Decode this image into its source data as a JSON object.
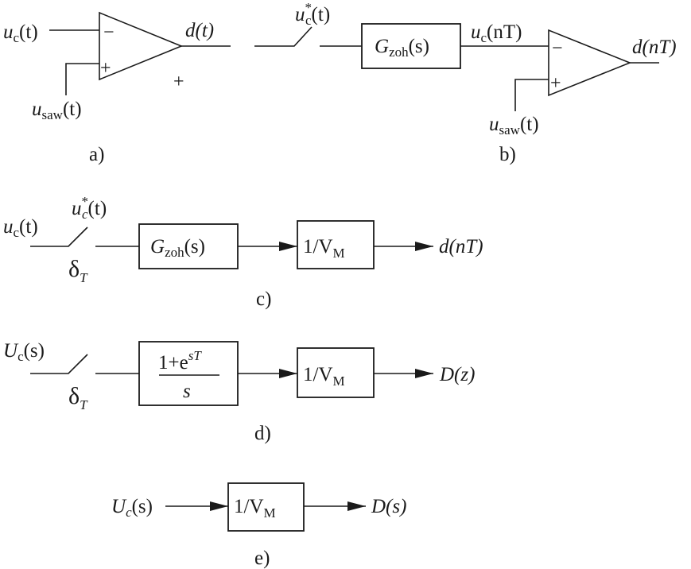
{
  "panels": {
    "a": {
      "caption": "a)",
      "input_signal": "u_c(t)",
      "input_main": "u",
      "input_sub": "c",
      "input_arg": "(t)",
      "ramp_signal": "u_saw(t)",
      "ramp_main": "u",
      "ramp_sub": "saw",
      "ramp_arg": "(t)",
      "output_signal": "d(t)",
      "minus": "−",
      "plus": "+",
      "stray_plus": "+"
    },
    "b": {
      "caption": "b)",
      "sampled_signal": "u_c*(t)",
      "sampled_main": "u",
      "sampled_sup": "*",
      "sampled_sub": "c",
      "sampled_arg": "(t)",
      "zoh_block": "G_zoh(s)",
      "zoh_main": "G",
      "zoh_sub": "zoh",
      "zoh_arg": "(s)",
      "mid_signal": "u_c(nT)",
      "mid_main": "u",
      "mid_sub": "c",
      "mid_arg": "(nT)",
      "ramp_signal": "u_saw(t)",
      "ramp_main": "u",
      "ramp_sub": "saw",
      "ramp_arg": "(t)",
      "output_signal": "d(nT)",
      "minus": "−",
      "plus": "+"
    },
    "c": {
      "caption": "c)",
      "input_signal": "u_c(t)",
      "input_main": "u",
      "input_sub": "c",
      "input_arg": "(t)",
      "sampled_signal": "u_c*(t)",
      "sampled_main": "u",
      "sampled_sup": "*",
      "sampled_sub": "c",
      "sampled_arg": "(t)",
      "sampler": "δ_T",
      "sampler_main": "δ",
      "sampler_sub": "T",
      "zoh_block": "G_zoh(s)",
      "zoh_main": "G",
      "zoh_sub": "zoh",
      "zoh_arg": "(s)",
      "gain_block": "1/V_M",
      "gain_main": "1/V",
      "gain_sub": "M",
      "output_signal": "d(nT)"
    },
    "d": {
      "caption": "d)",
      "input_signal": "U_c(s)",
      "input_main": "U",
      "input_sub": "c",
      "input_arg": "(s)",
      "sampler": "δ_T",
      "sampler_main": "δ",
      "sampler_sub": "T",
      "tf_block": "(1+e^sT)/s",
      "tf_num_main": "1+e",
      "tf_num_sup": "sT",
      "tf_den": "s",
      "gain_block": "1/V_M",
      "gain_main": "1/V",
      "gain_sub": "M",
      "output_signal": "D(z)"
    },
    "e": {
      "caption": "e)",
      "input_signal": "U_c(s)",
      "input_main": "U",
      "input_sub": "c",
      "input_arg": "(s)",
      "gain_block": "1/V_M",
      "gain_main": "1/V",
      "gain_sub": "M",
      "output_signal": "D(s)"
    }
  }
}
